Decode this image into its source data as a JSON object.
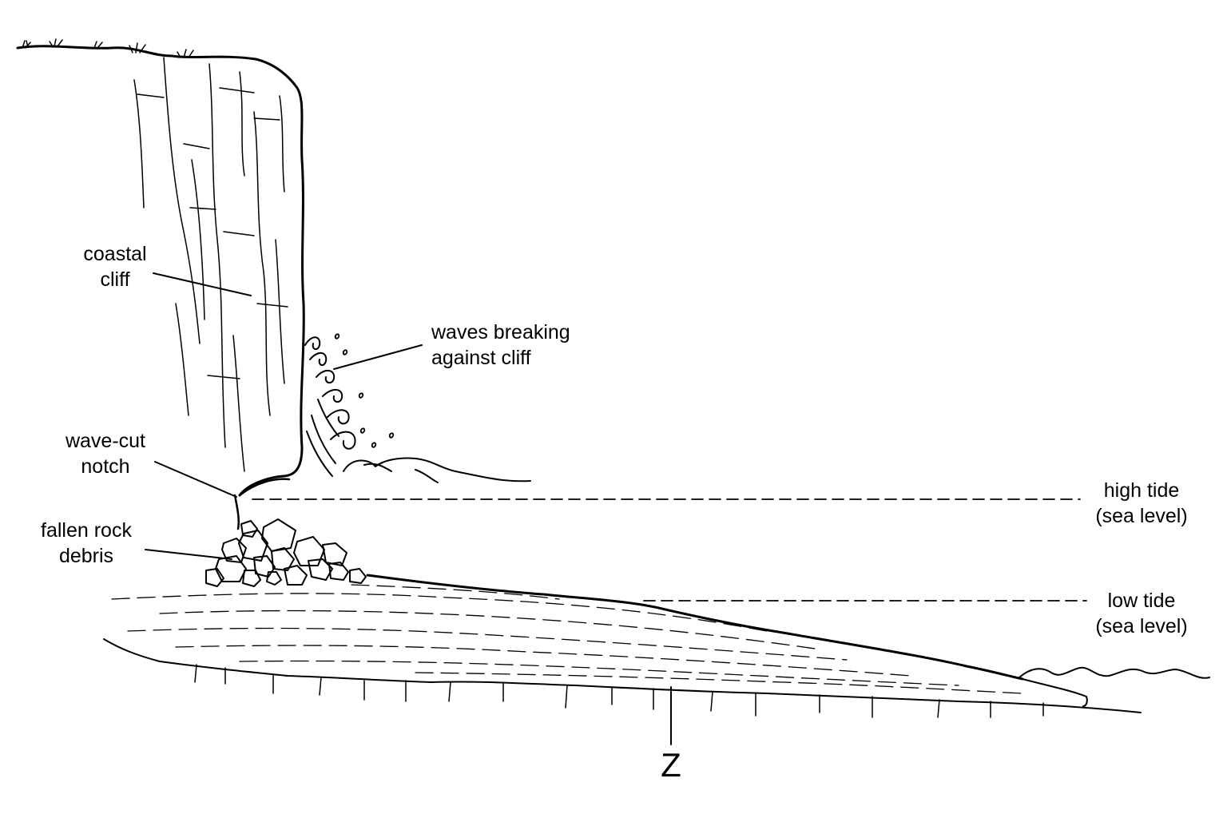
{
  "labels": {
    "coastal_cliff": [
      "coastal",
      "cliff"
    ],
    "waves": [
      "waves breaking",
      "against cliff"
    ],
    "notch": [
      "wave-cut",
      "notch"
    ],
    "debris": [
      "fallen rock",
      "debris"
    ],
    "high_tide": [
      "high tide",
      "(sea level)"
    ],
    "low_tide": [
      "low tide",
      "(sea level)"
    ],
    "platform": "Z"
  }
}
